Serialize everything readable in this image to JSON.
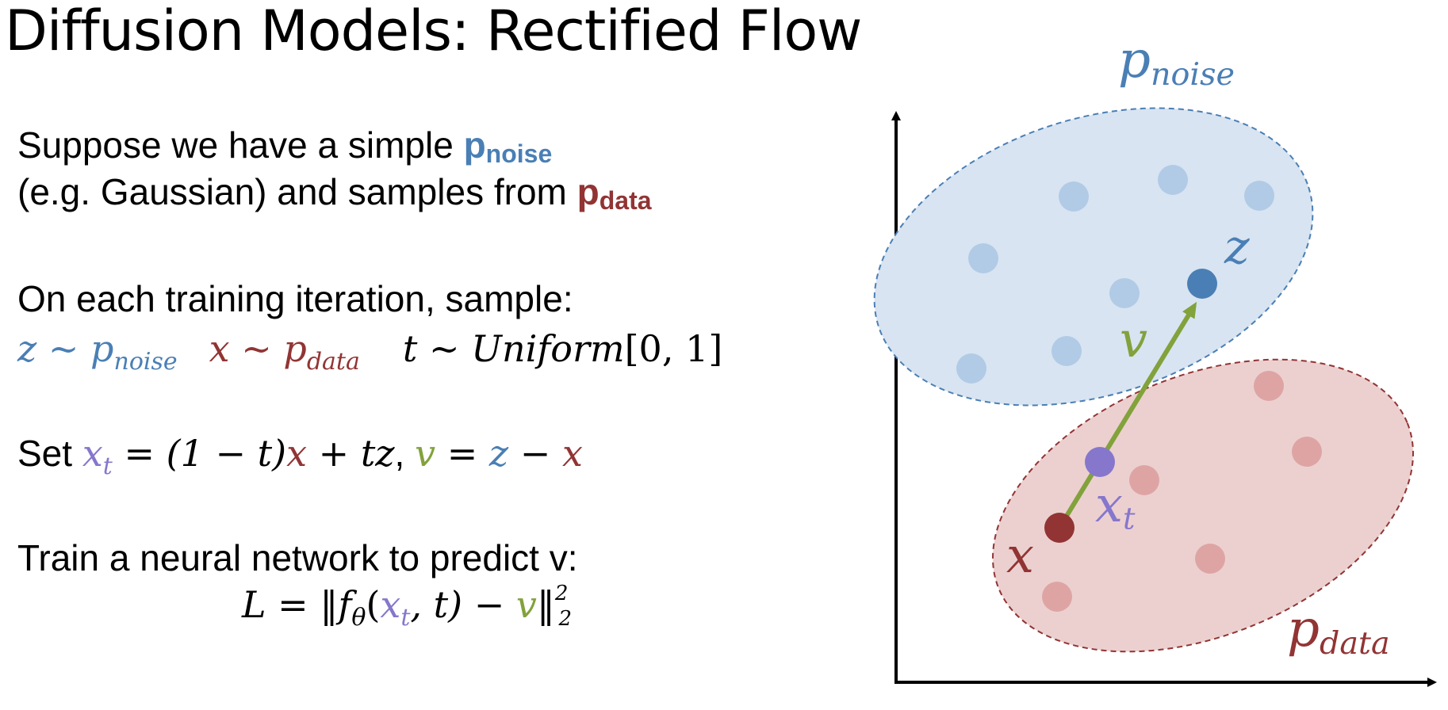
{
  "title": "Diffusion Models: Rectified Flow",
  "colors": {
    "noise": "#4a7fb5",
    "data": "#923434",
    "xt": "#8677cc",
    "v": "#82a23c",
    "noise_fill": "#d8e4f1",
    "data_fill": "#ecd0d0",
    "noise_dot": "#b1cbe6",
    "data_dot": "#dea4a4"
  },
  "text": {
    "line1_prefix": "Suppose we have a simple ",
    "p_noise_p": "p",
    "p_noise_sub": "noise",
    "line2_prefix": "(e.g. Gaussian) and samples from ",
    "p_data_p": "p",
    "p_data_sub": "data",
    "sample_heading": "On each training iteration, sample:",
    "set_label": "Set ",
    "train_line": "Train a neural network to predict v:"
  },
  "math": {
    "z": "z",
    "sim": " ~ ",
    "p": "p",
    "noise": "noise",
    "x": "x",
    "data": "data",
    "t": "t",
    "uniform": "Uniform",
    "uniform_range": "[0, 1]",
    "xt_x": "x",
    "xt_t": "t",
    "eq": " = ",
    "one_minus_t": "(1 − t)",
    "plus_tz": " + tz",
    "comma": ", ",
    "v": "v",
    "minus": " − ",
    "loss_L": "L",
    "loss_norm_open": "‖",
    "loss_f": "f",
    "loss_theta": "θ",
    "loss_paren_open": "(",
    "loss_comma_t": ", t)",
    "loss_norm_close": "‖",
    "loss_sup": "2",
    "loss_sub": "2"
  },
  "diagram": {
    "label_p": "p",
    "label_noise": "noise",
    "label_data": "data",
    "label_z": "z",
    "label_v": "v",
    "label_x": "x",
    "label_xt_x": "x",
    "label_xt_t": "t"
  }
}
